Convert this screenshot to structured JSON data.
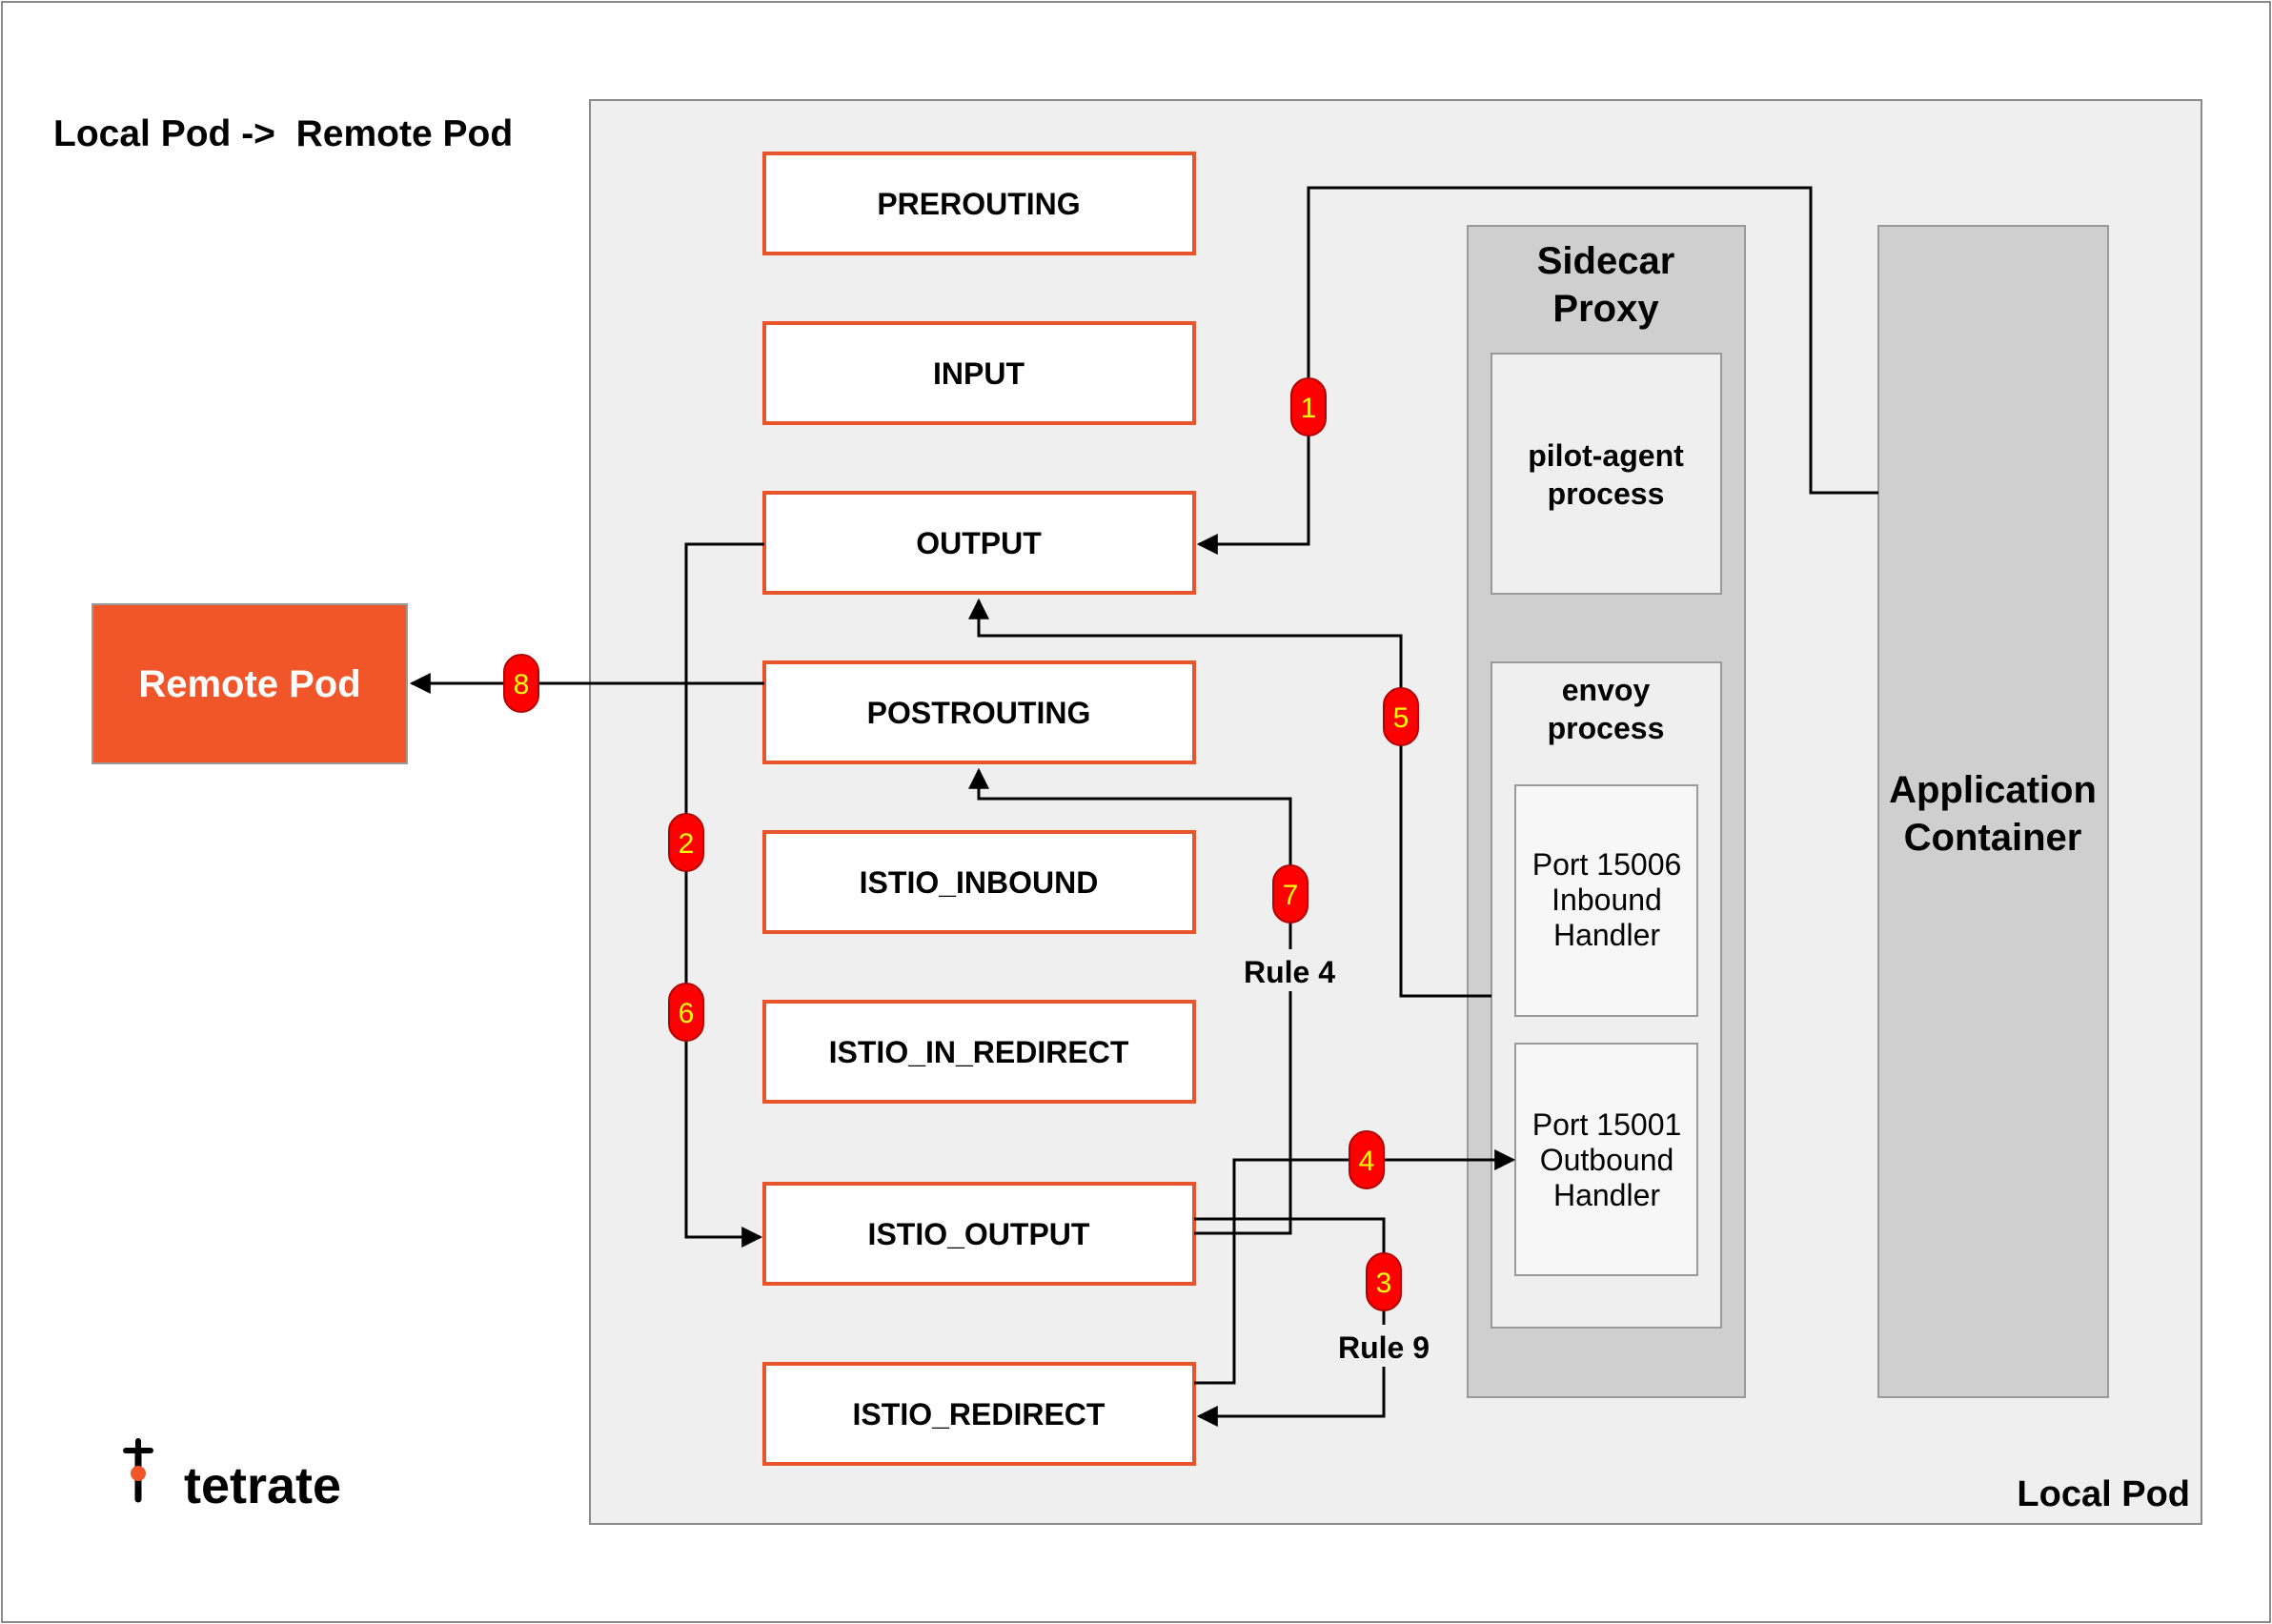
{
  "title": "Local Pod ->  Remote Pod",
  "local_pod_label": "Local Pod",
  "remote_pod_label": "Remote Pod",
  "logo_text": "tetrate",
  "chains": [
    "PREROUTING",
    "INPUT",
    "OUTPUT",
    "POSTROUTING",
    "ISTIO_INBOUND",
    "ISTIO_IN_REDIRECT",
    "ISTIO_OUTPUT",
    "ISTIO_REDIRECT"
  ],
  "sidecar": {
    "title_line1": "Sidecar",
    "title_line2": "Proxy",
    "pilot_line1": "pilot-agent",
    "pilot_line2": "process",
    "envoy_line1": "envoy",
    "envoy_line2": "process",
    "inbound_line1": "Port 15006",
    "inbound_line2": "Inbound",
    "inbound_line3": "Handler",
    "outbound_line1": "Port 15001",
    "outbound_line2": "Outbound",
    "outbound_line3": "Handler"
  },
  "app_container": {
    "line1": "Application",
    "line2": "Container"
  },
  "steps": [
    "1",
    "2",
    "3",
    "4",
    "5",
    "6",
    "7",
    "8"
  ],
  "rule_labels": [
    "Rule 4",
    "Rule 9"
  ],
  "colors": {
    "chain_border": "#e8552a",
    "remote_pod_fill": "#f0562a",
    "local_pod_fill": "#efefef",
    "sidecar_fill": "#cfcfcf",
    "app_fill": "#cfcfcf",
    "badge_fill": "#ff0000",
    "badge_text": "#ffff00",
    "logo_accent": "#f0562a"
  }
}
